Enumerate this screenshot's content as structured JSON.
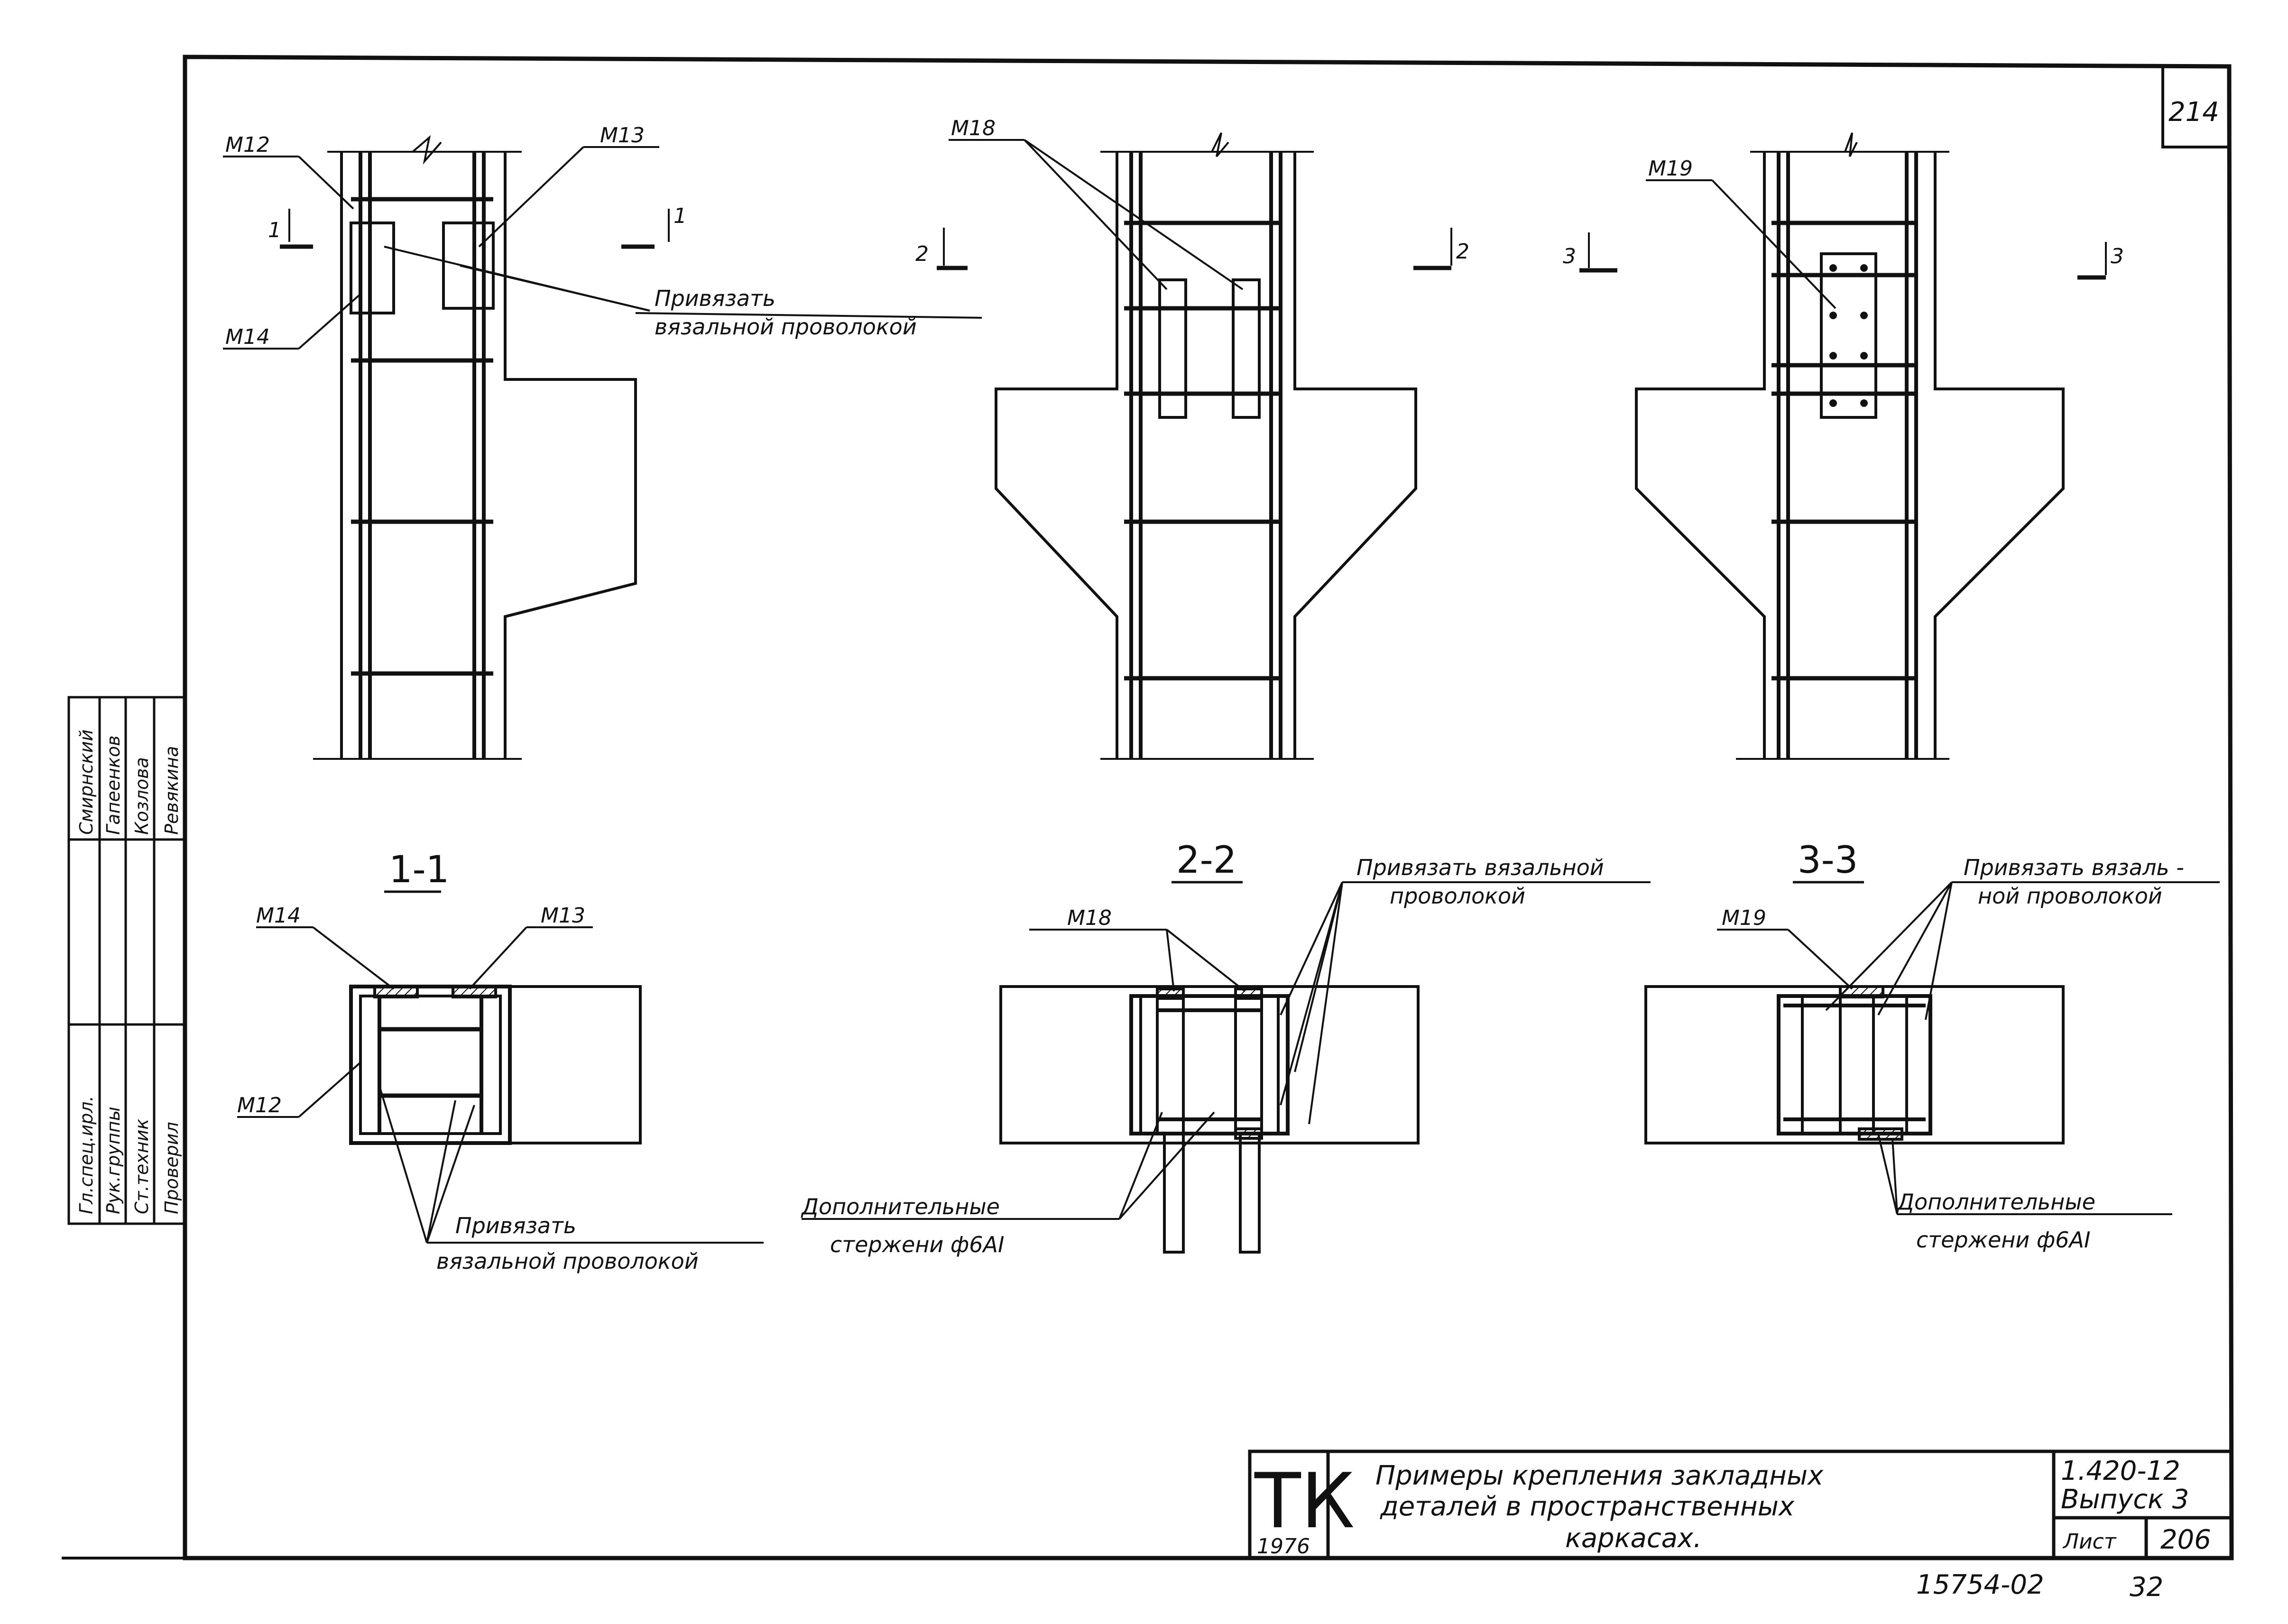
{
  "sheet": {
    "corner_number": "214",
    "bottom_code": "15754-02",
    "bottom_page": "32"
  },
  "views": {
    "v1": {
      "m12": "М12",
      "m13": "М13",
      "m14": "М14",
      "cut_left": "1",
      "cut_right": "1",
      "note_a": "Привязать",
      "note_b": "вязальной проволокой"
    },
    "v2": {
      "m18": "М18",
      "cut_left": "2",
      "cut_right": "2"
    },
    "v3": {
      "m19": "М19",
      "cut_left": "3",
      "cut_right": "3"
    }
  },
  "sections": {
    "s1": {
      "title": "1-1",
      "m14": "М14",
      "m13": "М13",
      "m12": "М12",
      "note_a": "Привязать",
      "note_b": "вязальной проволокой"
    },
    "s2": {
      "title": "2-2",
      "m18": "М18",
      "note_a": "Привязать вязальной",
      "note_b": "проволокой",
      "extra_a": "Дополнительные",
      "extra_b": "стержени ф6АI"
    },
    "s3": {
      "title": "3-3",
      "m19": "М19",
      "note_a": "Привязать вязаль -",
      "note_b": "ной проволокой",
      "extra_a": "Дополнительные",
      "extra_b": "стержени ф6АI"
    }
  },
  "side_stamp": {
    "roles": [
      "Гл.спец.ирл.",
      "Рук.группы",
      "Ст.техник",
      "Проверил"
    ],
    "names": [
      "Смирнский",
      "Гапеенков",
      "Козлова",
      "Ревякина"
    ]
  },
  "title_block": {
    "logo": "ТК",
    "year": "1976",
    "title_1": "Примеры крепления закладных",
    "title_2": "деталей в пространственных",
    "title_3": "каркасах.",
    "code": "1.420-12",
    "issue": "Выпуск 3",
    "sheet_label": "Лист",
    "sheet_number": "206"
  }
}
